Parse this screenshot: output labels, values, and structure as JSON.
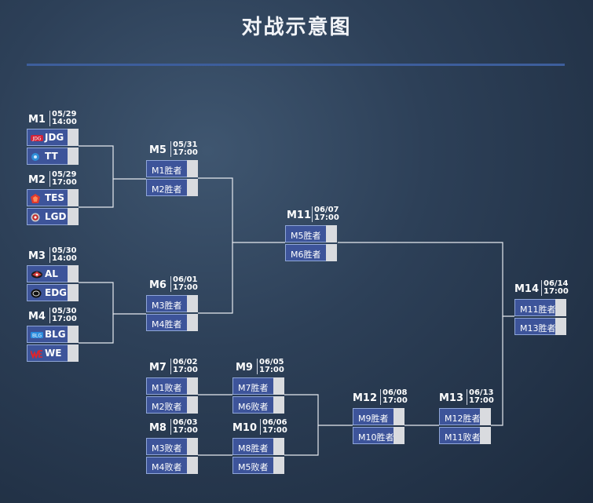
{
  "title": "对战示意图",
  "matches": {
    "M1": {
      "label": "M1",
      "date": "05/29",
      "time": "14:00",
      "teams": [
        "JDG",
        "TT"
      ]
    },
    "M2": {
      "label": "M2",
      "date": "05/29",
      "time": "17:00",
      "teams": [
        "TES",
        "LGD"
      ]
    },
    "M3": {
      "label": "M3",
      "date": "05/30",
      "time": "14:00",
      "teams": [
        "AL",
        "EDG"
      ]
    },
    "M4": {
      "label": "M4",
      "date": "05/30",
      "time": "17:00",
      "teams": [
        "BLG",
        "WE"
      ]
    },
    "M5": {
      "label": "M5",
      "date": "05/31",
      "time": "17:00",
      "slots": [
        "M1胜者",
        "M2胜者"
      ]
    },
    "M6": {
      "label": "M6",
      "date": "06/01",
      "time": "17:00",
      "slots": [
        "M3胜者",
        "M4胜者"
      ]
    },
    "M7": {
      "label": "M7",
      "date": "06/02",
      "time": "17:00",
      "slots": [
        "M1败者",
        "M2败者"
      ]
    },
    "M8": {
      "label": "M8",
      "date": "06/03",
      "time": "17:00",
      "slots": [
        "M3败者",
        "M4败者"
      ]
    },
    "M9": {
      "label": "M9",
      "date": "06/05",
      "time": "17:00",
      "slots": [
        "M7胜者",
        "M6败者"
      ]
    },
    "M10": {
      "label": "M10",
      "date": "06/06",
      "time": "17:00",
      "slots": [
        "M8胜者",
        "M5败者"
      ]
    },
    "M11": {
      "label": "M11",
      "date": "06/07",
      "time": "17:00",
      "slots": [
        "M5胜者",
        "M6胜者"
      ]
    },
    "M12": {
      "label": "M12",
      "date": "06/08",
      "time": "17:00",
      "slots": [
        "M9胜者",
        "M10胜者"
      ]
    },
    "M13": {
      "label": "M13",
      "date": "06/13",
      "time": "17:00",
      "slots": [
        "M12胜者",
        "M11败者"
      ]
    },
    "M14": {
      "label": "M14",
      "date": "06/14",
      "time": "17:00",
      "slots": [
        "M11胜者",
        "M13胜者"
      ]
    }
  },
  "logos": {
    "JDG": "jdg-logo-icon",
    "TT": "tt-logo-icon",
    "TES": "tes-logo-icon",
    "LGD": "lgd-logo-icon",
    "AL": "al-logo-icon",
    "EDG": "edg-logo-icon",
    "BLG": "blg-logo-icon",
    "WE": "we-logo-icon"
  },
  "colors": {
    "slot_bg": "#3d549a",
    "score_bg": "#d9dbdf",
    "line": "#e6e9ef",
    "rule": "#3d5e9c"
  }
}
